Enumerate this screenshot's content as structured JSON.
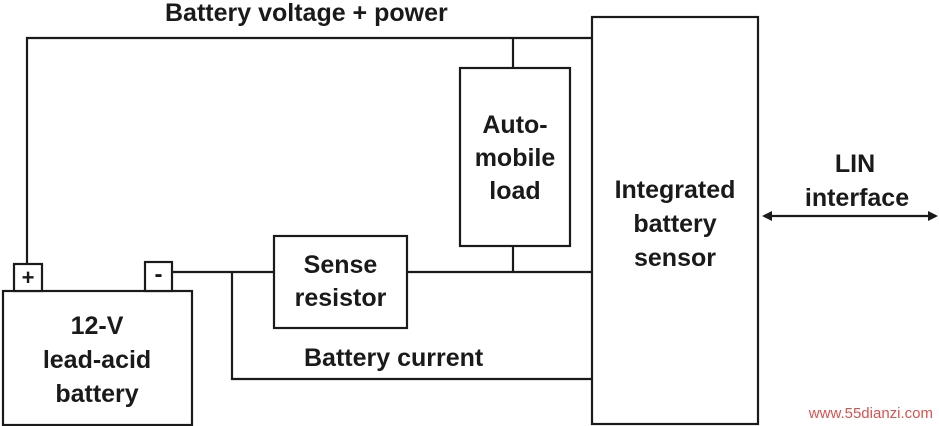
{
  "diagram": {
    "wire_labels": {
      "top": "Battery voltage + power",
      "bottom": "Battery current"
    },
    "battery": {
      "line1": "12-V",
      "line2": "lead-acid",
      "line3": "battery",
      "plus_terminal": "+",
      "minus_terminal": "-"
    },
    "sense_resistor": {
      "line1": "Sense",
      "line2": "resistor"
    },
    "automobile_load": {
      "line1": "Auto-",
      "line2": "mobile",
      "line3": "load"
    },
    "sensor": {
      "line1": "Integrated",
      "line2": "battery",
      "line3": "sensor"
    },
    "lin": {
      "line1": "LIN",
      "line2": "interface"
    },
    "watermark": "www.55dianzi.com"
  }
}
